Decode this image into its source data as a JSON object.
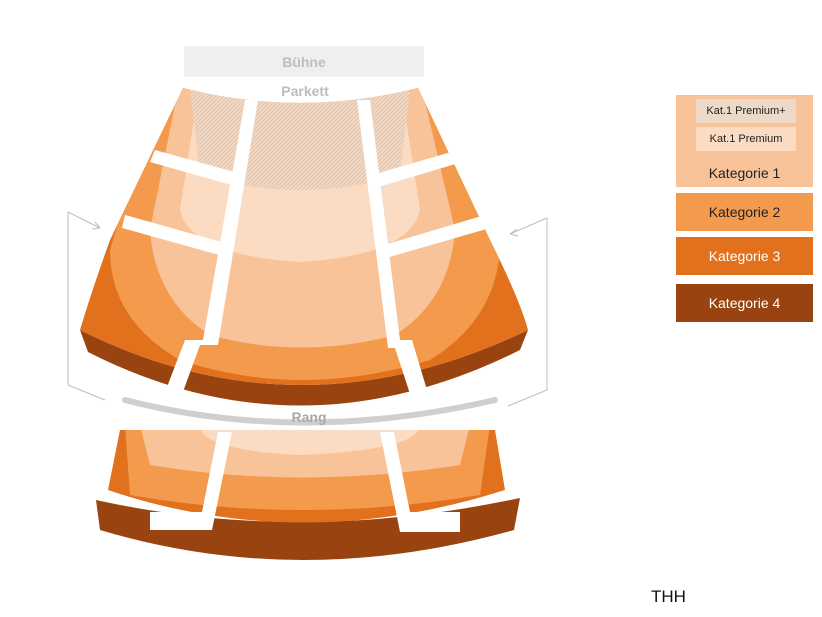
{
  "labels": {
    "stage": "Bühne",
    "parkett": "Parkett",
    "rang": "Rang"
  },
  "legend": {
    "premium_plus": "Kat.1 Premium+",
    "premium": "Kat.1 Premium",
    "k1": "Kategorie 1",
    "k2": "Kategorie 2",
    "k3": "Kategorie 3",
    "k4": "Kategorie 4"
  },
  "credit": "THH",
  "colors": {
    "stage": "#ededed",
    "premium_plus": "#ecd9c8",
    "premium": "#fbdcc2",
    "kategorie_1": "#f9c399",
    "kategorie_2": "#f49a4d",
    "kategorie_3": "#e2711d",
    "kategorie_4": "#994410"
  }
}
